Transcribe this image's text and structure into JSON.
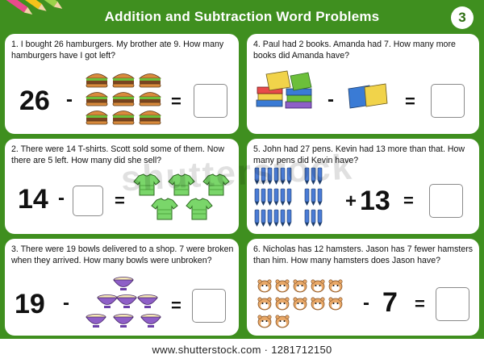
{
  "header": {
    "title": "Addition and Subtraction Word Problems",
    "page_number": "3"
  },
  "problems": [
    {
      "text": "1. I bought 26 hamburgers. My brother ate 9. How many hamburgers have I got left?",
      "number": "26",
      "operator": "-",
      "equals": "=",
      "pictures": [
        {
          "icon": "hamburger-icon",
          "count": 9
        }
      ]
    },
    {
      "text": "2. There were 14 T-shirts. Scott sold some of them. Now there are 5 left. How many did she sell?",
      "number": "14",
      "operator": "-",
      "equals": "=",
      "pictures": [
        {
          "icon": "tshirt-icon",
          "count": 5
        }
      ]
    },
    {
      "text": "3. There were 19 bowls delivered to a shop. 7 were broken when they arrived. How many bowls were unbroken?",
      "number": "19",
      "operator": "-",
      "equals": "=",
      "pictures": [
        {
          "icon": "bowl-icon",
          "count": 7
        }
      ]
    },
    {
      "text": "4. Paul had 2 books. Amanda had 7. How many more books did Amanda have?",
      "operator": "-",
      "equals": "=",
      "pictures": [
        {
          "icon": "book-stack-icon",
          "count": 7
        },
        {
          "icon": "book-icon",
          "count": 2
        }
      ]
    },
    {
      "text": "5. John had 27 pens. Kevin had 13 more than that. How many pens did Kevin have?",
      "number": "13",
      "operator": "+",
      "equals": "=",
      "pictures": [
        {
          "icon": "pen-icon",
          "count": 27
        }
      ]
    },
    {
      "text": "6. Nicholas has 12 hamsters. Jason has 7 fewer hamsters than him. How many hamsters does Jason have?",
      "number": "7",
      "operator": "-",
      "equals": "=",
      "pictures": [
        {
          "icon": "hamster-icon",
          "count": 12
        }
      ]
    }
  ],
  "footer": {
    "url": "www.shutterstock.com · 1281712150"
  },
  "watermark": "shutterstock",
  "colors": {
    "board_green": "#3f8f1f",
    "card_white": "#ffffff",
    "answer_box_border": "#8a8a8a"
  }
}
